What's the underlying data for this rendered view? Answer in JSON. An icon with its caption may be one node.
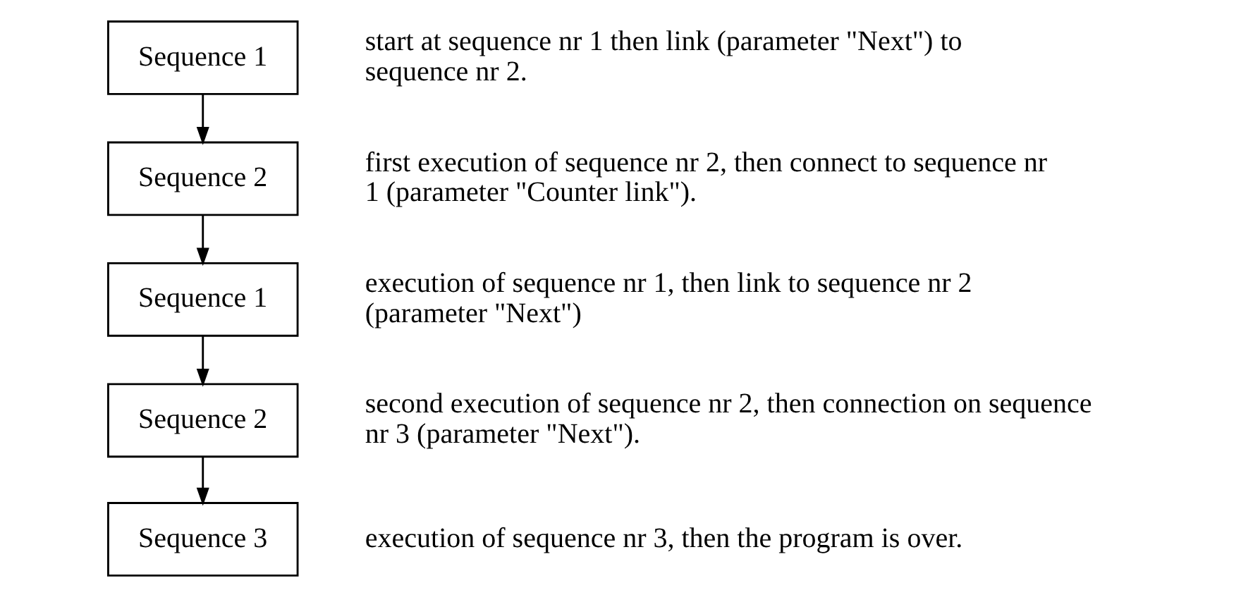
{
  "diagram": {
    "nodes": [
      {
        "text": [
          "Sequence 1"
        ],
        "beside": [
          "start at sequence nr 1 then link (parameter \"Next\") to sequence nr 2."
        ]
      },
      {
        "text": [
          "Sequence 2"
        ],
        "beside": [
          "first execution of sequence nr 2, then connect to sequence nr 1 (parameter \"Counter link\")."
        ]
      },
      {
        "text": [
          "Sequence 1"
        ],
        "beside": [
          "execution of sequence nr 1, then link to sequence nr 2 (parameter \"Next\")"
        ]
      },
      {
        "text": [
          "Sequence 2"
        ],
        "beside": [
          "second execution of sequence nr 2, then connection on sequence nr 3 (parameter \"Next\")."
        ]
      },
      {
        "text": [
          "Sequence 3"
        ],
        "beside": [
          "execution of sequence nr 3, then the program is over."
        ]
      }
    ],
    "edges": [
      {
        "from": 0,
        "to": 1,
        "arrow": "to"
      },
      {
        "from": 1,
        "to": 2,
        "arrow": "to"
      },
      {
        "from": 2,
        "to": 3,
        "arrow": "to"
      },
      {
        "from": 3,
        "to": 4,
        "arrow": "to"
      }
    ]
  }
}
